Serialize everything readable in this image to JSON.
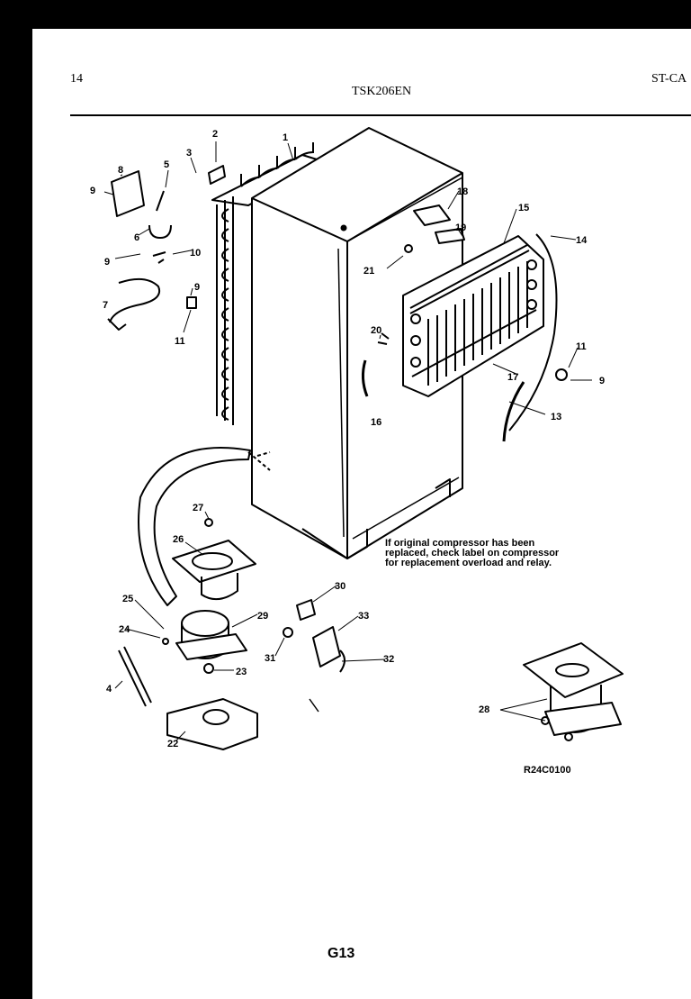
{
  "header": {
    "page_number": "14",
    "model": "TSK206EN",
    "series": "ST-CA"
  },
  "note": "If original compressor has been replaced, check label on compressor for replacement overload and relay.",
  "reference_code": "R24C0100",
  "page_code": "G13",
  "callouts": {
    "c1": "1",
    "c2": "2",
    "c3": "3",
    "c5": "5",
    "c6": "6",
    "c8": "8",
    "c9a": "9",
    "c9b": "9",
    "c9c": "9",
    "c9d": "9",
    "c10": "10",
    "c7": "7",
    "c11a": "11",
    "c11b": "11",
    "c18": "18",
    "c19": "19",
    "c15": "15",
    "c14": "14",
    "c21": "21",
    "c20": "20",
    "c16": "16",
    "c17": "17",
    "c13": "13",
    "c27": "27",
    "c26": "26",
    "c25": "25",
    "c24": "24",
    "c29": "29",
    "c30": "30",
    "c33": "33",
    "c31": "31",
    "c32": "32",
    "c23": "23",
    "c4": "4",
    "c22": "22",
    "c28": "28"
  }
}
